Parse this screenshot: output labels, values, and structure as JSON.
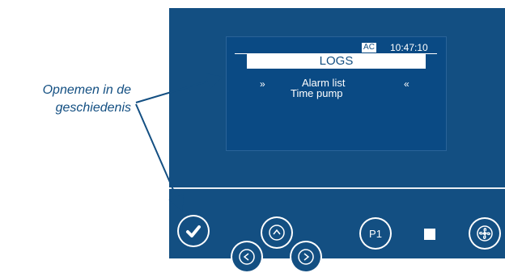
{
  "annotation": {
    "line1": "Opnemen in de",
    "line2": "geschiedenis"
  },
  "display": {
    "status_badge": "AC",
    "clock": "10:47:10",
    "title": "LOGS",
    "items": [
      {
        "label": "Alarm list",
        "selected": true
      },
      {
        "label": "Time pump",
        "selected": false
      }
    ],
    "selector_left": "»",
    "selector_right": "«"
  },
  "buttons": {
    "p1_label": "P1",
    "confirm_icon": "checkmark-icon",
    "up_icon": "arrow-up-icon",
    "left_icon": "arrow-left-icon",
    "right_icon": "arrow-right-icon",
    "fan_icon": "fan-icon"
  },
  "colors": {
    "panel": "#134f82",
    "accent": "#ffffff"
  }
}
